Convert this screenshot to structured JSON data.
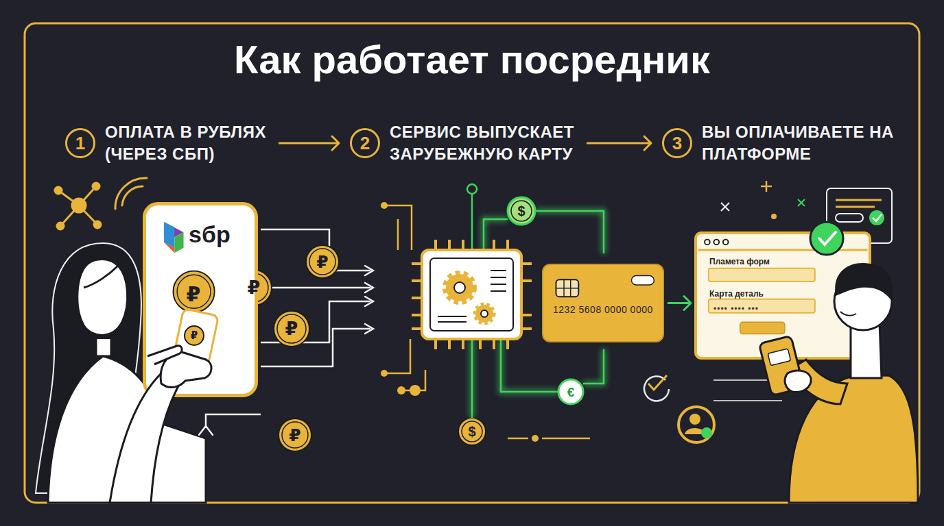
{
  "diagram": {
    "title": "Как работает посредник",
    "nodes": [
      {
        "text": [
          "1",
          "ОПЛАТА В РУБЛЯХ (ЧЕРЕЗ СБП)"
        ]
      },
      {
        "text": [
          "2",
          "СЕРВИС ВЫПУСКАЕТ ЗАРУБЕЖНУЮ КАРТУ"
        ]
      },
      {
        "text": [
          "3",
          "ВЫ ОПЛАЧИВАЕТЕ НА ПЛАТФОРМЕ"
        ]
      },
      {
        "text": [
          "sбp"
        ]
      },
      {
        "text": [
          "1232 5608 0000 0000"
        ]
      },
      {
        "text": [
          "Пламета форм",
          "Карта деталь",
          "•••• •••• •••"
        ]
      }
    ],
    "edges": [
      {
        "from": 0,
        "to": 1,
        "arrow": "to"
      },
      {
        "from": 1,
        "to": 2,
        "arrow": "to"
      },
      {
        "from": 4,
        "to": 5,
        "arrow": "to"
      }
    ],
    "labels": [
      "₽",
      "₽",
      "₽",
      "₽",
      "₽",
      "₽",
      "$",
      "$",
      "€"
    ]
  }
}
